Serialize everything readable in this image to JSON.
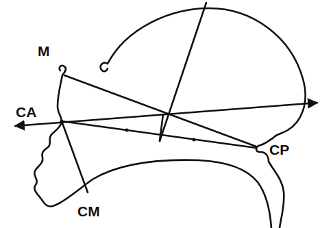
{
  "diagram": {
    "labels": [
      "M",
      "CA",
      "CM",
      "CP"
    ]
  }
}
